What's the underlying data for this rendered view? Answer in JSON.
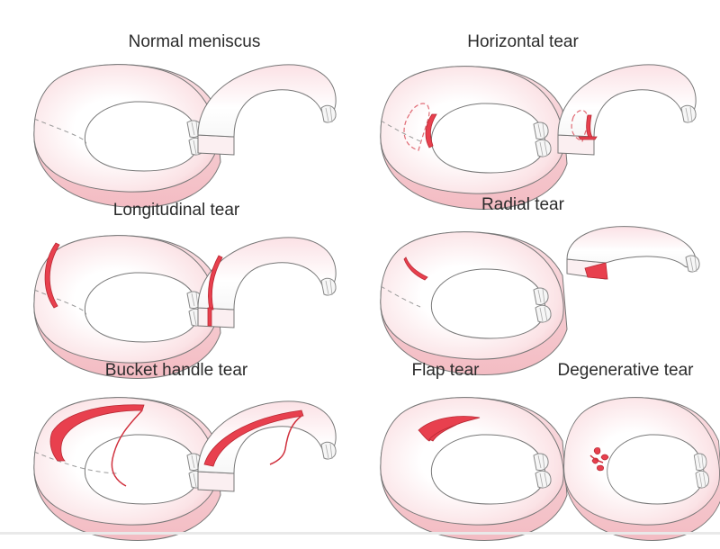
{
  "panels": [
    {
      "key": "normal",
      "title": "Normal meniscus"
    },
    {
      "key": "horizontal",
      "title": "Horizontal tear"
    },
    {
      "key": "longitudinal",
      "title": "Longitudinal tear"
    },
    {
      "key": "radial",
      "title": "Radial tear"
    },
    {
      "key": "bucket",
      "title": "Bucket handle tear"
    },
    {
      "key": "flap",
      "title": "Flap tear"
    },
    {
      "key": "degenerative",
      "title": "Degenerative tear"
    }
  ],
  "colors": {
    "tear": "#e8404e",
    "meniscus_pink": "#f7c9cf",
    "outline": "#777777"
  }
}
